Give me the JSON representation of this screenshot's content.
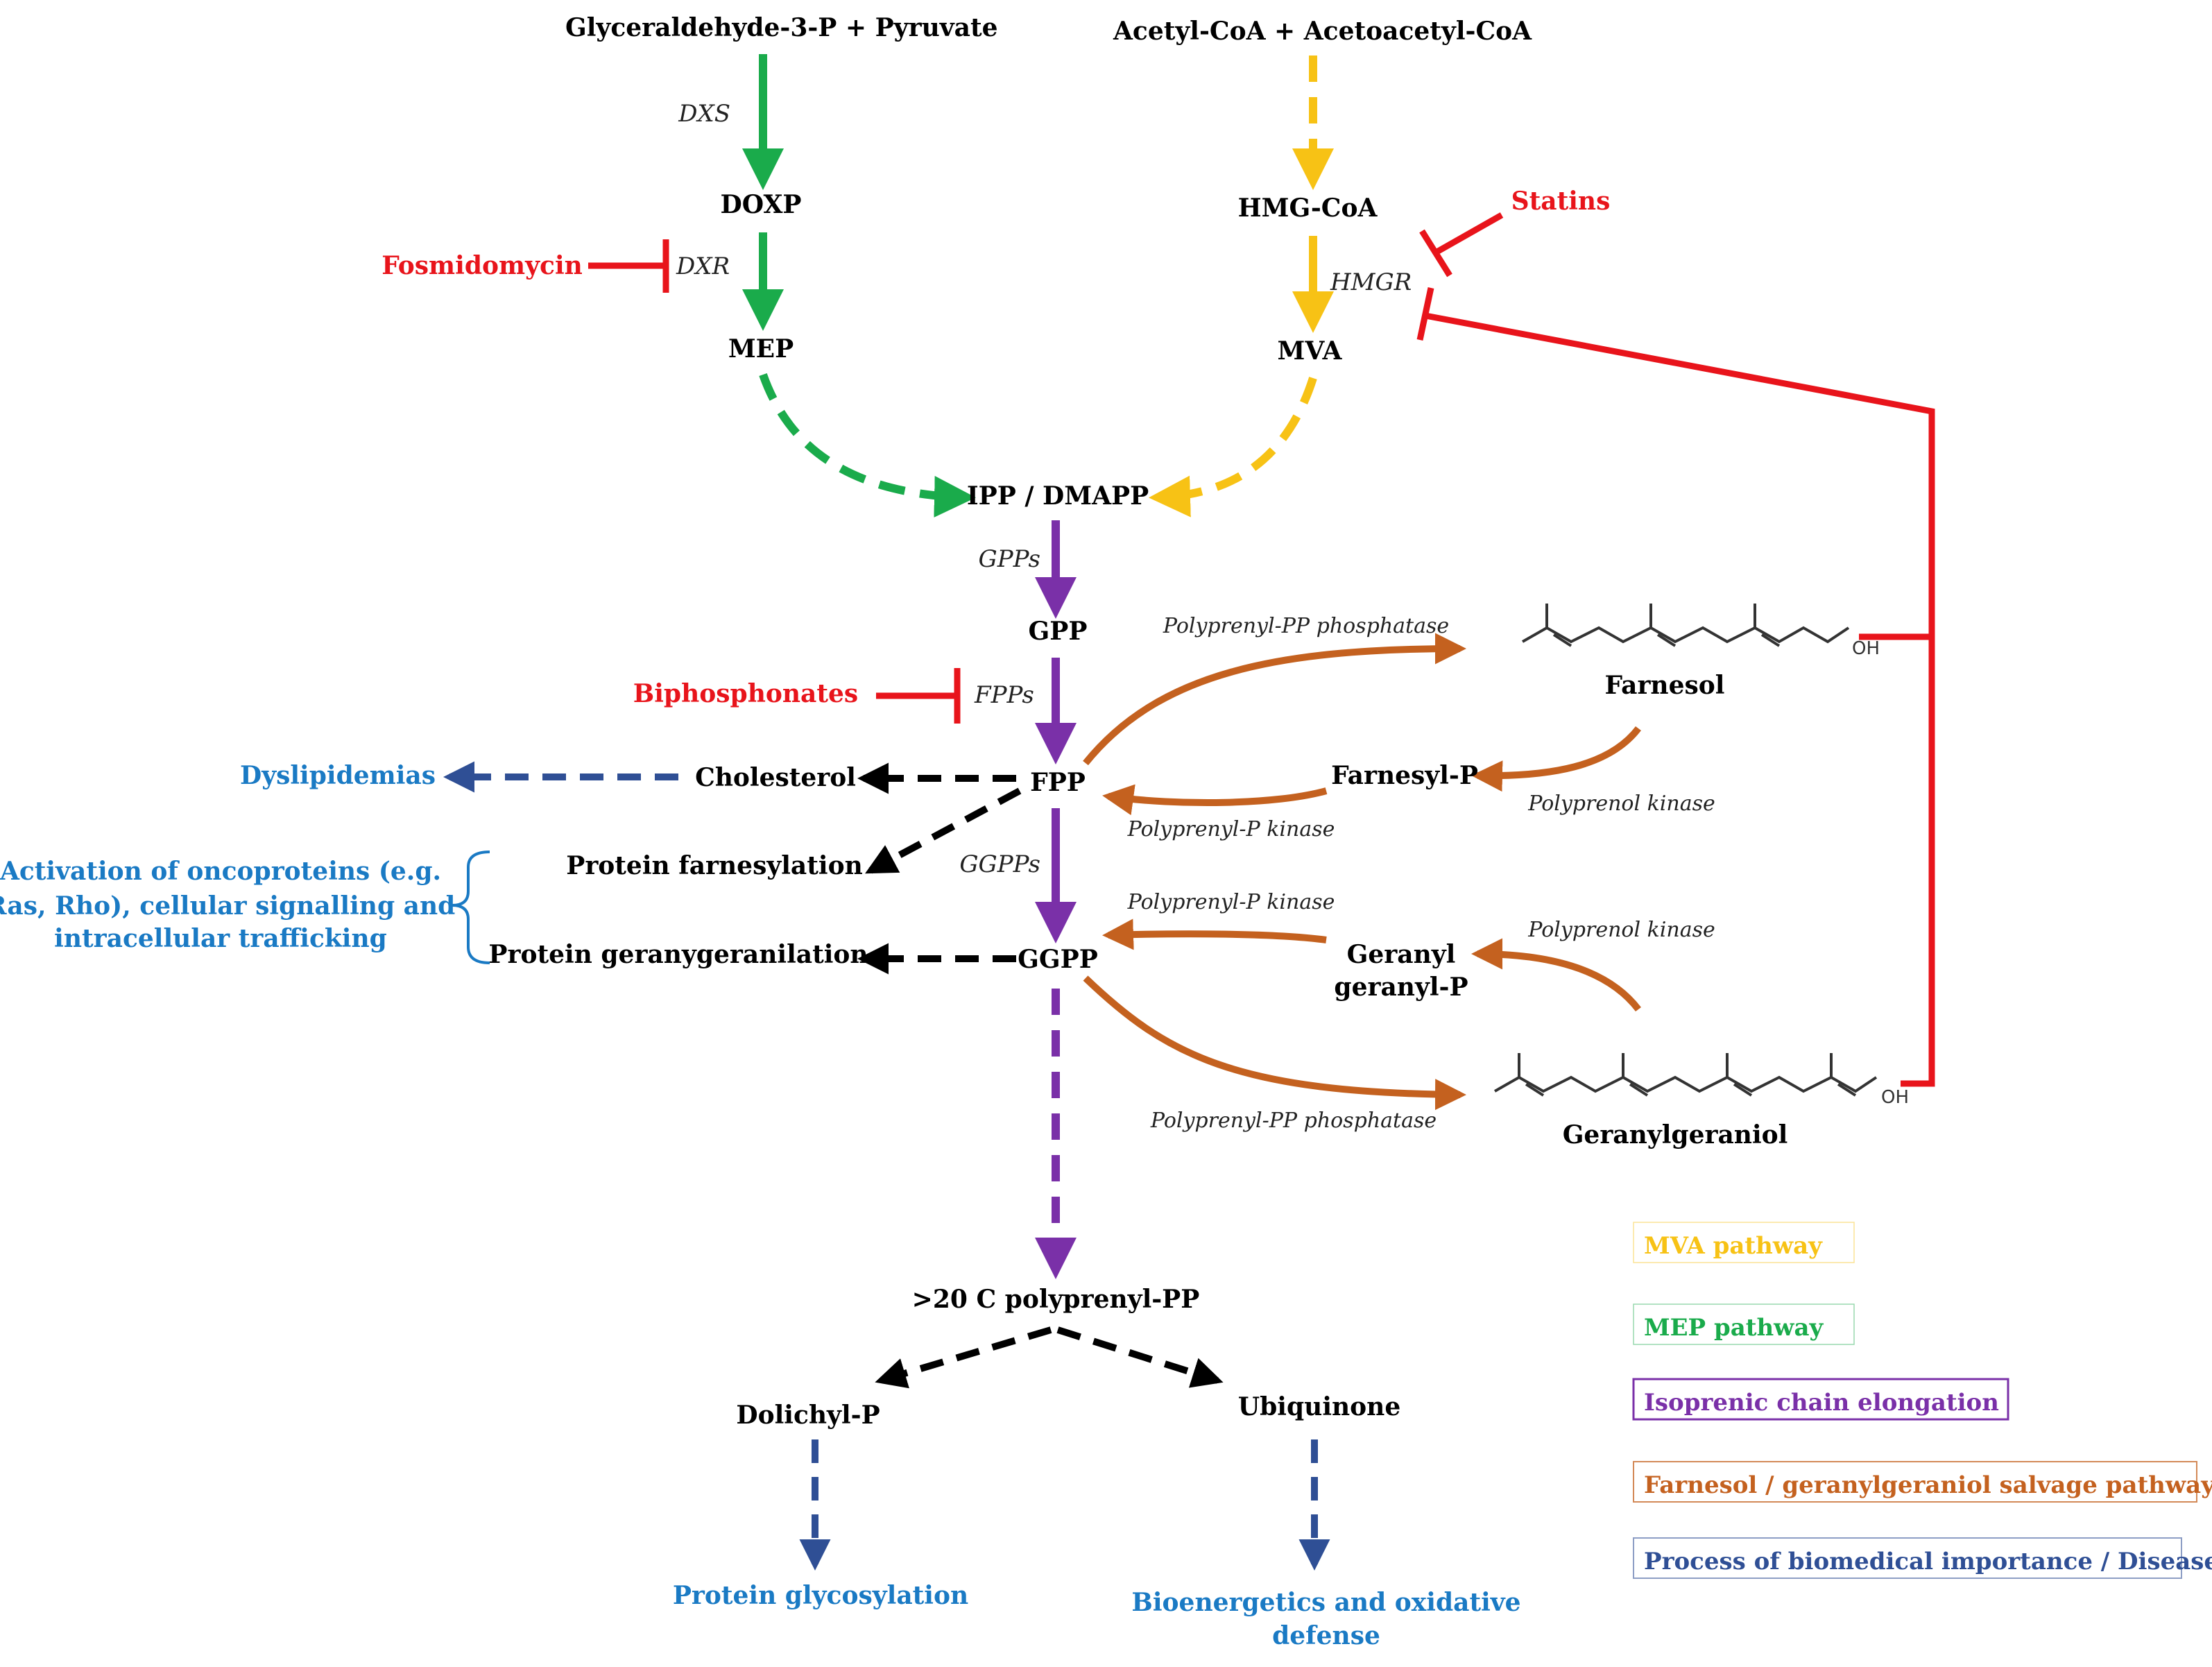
{
  "metabolites": {
    "g3p_pyruvate": "Glyceraldehyde-3-P +  Pyruvate",
    "acetyl": "Acetyl-CoA  +  Acetoacetyl-CoA",
    "doxp": "DOXP",
    "hmgcoa": "HMG-CoA",
    "mep": "MEP",
    "mva": "MVA",
    "ipp": "IPP / DMAPP",
    "gpp": "GPP",
    "fpp": "FPP",
    "ggpp": "GGPP",
    "cholesterol": "Cholesterol",
    "prot_farn": "Protein farnesylation",
    "prot_ger": "Protein geranygeranilation",
    "polyprenyl": ">20 C polyprenyl-PP",
    "dolichyl": "Dolichyl-P",
    "ubiquinone": "Ubiquinone",
    "farnesol": "Farnesol",
    "farnesyl_p": "Farnesyl-P",
    "geranyl_1": "Geranyl",
    "geranyl_2": "geranyl-P",
    "geranylgeraniol": "Geranylgeraniol",
    "oh": "OH"
  },
  "enzymes": {
    "dxs": "DXS",
    "dxr": "DXR",
    "hmgr": "HMGR",
    "gpps": "GPPs",
    "fpps": "FPPs",
    "ggpps": "GGPPs",
    "ppase1": "Polyprenyl-PP phosphatase",
    "ppase2": "Polyprenyl-PP phosphatase",
    "pkinase1": "Polyprenyl-P kinase",
    "pkinase2": "Polyprenyl-P kinase",
    "polkin1": "Polyprenol kinase",
    "polkin2": "Polyprenol kinase"
  },
  "inhibitors": {
    "fosmidomycin": "Fosmidomycin",
    "statins": "Statins",
    "biphosphonates": "Biphosphonates"
  },
  "processes": {
    "dyslipidemias": "Dyslipidemias",
    "oncoproteins_1": "Activation of oncoproteins (e.g.",
    "oncoproteins_2": "Ras, Rho), cellular signalling and",
    "oncoproteins_3": "intracellular trafficking",
    "glycosylation": "Protein glycosylation",
    "bioenergetics_1": "Bioenergetics and oxidative",
    "bioenergetics_2": "defense"
  },
  "legend": [
    {
      "label": "MVA pathway",
      "color": "#f7c215"
    },
    {
      "label": "MEP pathway",
      "color": "#1aab4b"
    },
    {
      "label": "Isoprenic chain elongation",
      "color": "#7a30a8"
    },
    {
      "label": "Farnesol / geranylgeraniol salvage pathway",
      "color": "#c4611f"
    },
    {
      "label": "Process of biomedical importance / Disease",
      "color": "#2f4f95"
    }
  ],
  "colors": {
    "mep": "#1aab4b",
    "mva": "#f7c215",
    "chain": "#7a30a8",
    "salvage": "#c4611f",
    "inhibition": "#e8141b",
    "process_arrow": "#2f4f95",
    "process_text": "#1a7ac4",
    "black": "#000000"
  }
}
